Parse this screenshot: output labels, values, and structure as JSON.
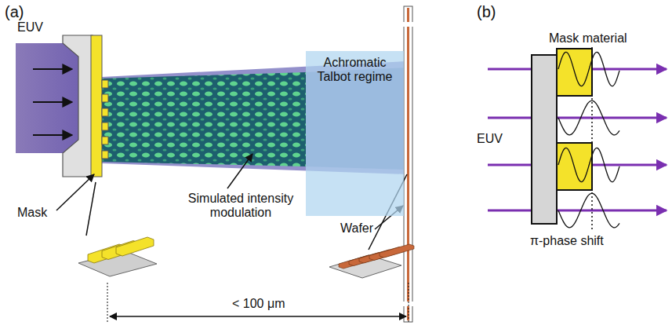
{
  "diagram": {
    "nodes": [
      {
        "text": [
          "Achromatic Talbot regime"
        ]
      }
    ],
    "labels": [
      "(a)",
      "EUV",
      "Mask",
      "Simulated intensity modulation",
      "Wafer",
      "< 100 μm",
      "(b)",
      "Mask material",
      "EUV",
      "π-phase shift"
    ]
  }
}
